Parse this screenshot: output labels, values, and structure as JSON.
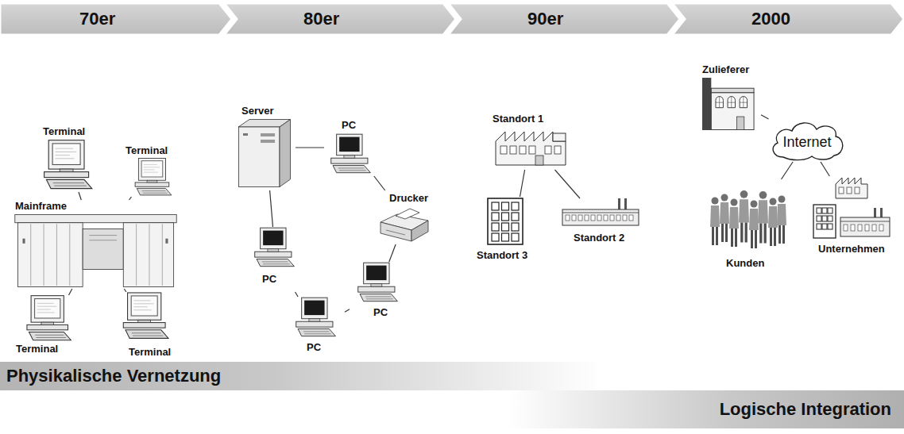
{
  "diagram": {
    "nodes": [
      {
        "text": [
          "70er"
        ]
      },
      {
        "text": [
          "80er"
        ]
      },
      {
        "text": [
          "90er"
        ]
      },
      {
        "text": [
          "2000"
        ]
      },
      {
        "text": [
          "Terminal"
        ]
      },
      {
        "text": [
          "Terminal"
        ]
      },
      {
        "text": [
          "Mainframe"
        ]
      },
      {
        "text": [
          "Terminal"
        ]
      },
      {
        "text": [
          "Terminal"
        ]
      },
      {
        "text": [
          "Server"
        ]
      },
      {
        "text": [
          "PC"
        ]
      },
      {
        "text": [
          "Drucker"
        ]
      },
      {
        "text": [
          "PC"
        ]
      },
      {
        "text": [
          "PC"
        ]
      },
      {
        "text": [
          "PC"
        ]
      },
      {
        "text": [
          "Standort 1"
        ]
      },
      {
        "text": [
          "Standort 3"
        ]
      },
      {
        "text": [
          "Standort 2"
        ]
      },
      {
        "text": [
          "Zulieferer"
        ]
      },
      {
        "text": [
          "Internet"
        ]
      },
      {
        "text": [
          "Kunden"
        ]
      },
      {
        "text": [
          "Unternehmen"
        ]
      },
      {
        "text": [
          "Physikalische Vernetzung"
        ]
      },
      {
        "text": [
          "Logische Integration"
        ]
      }
    ],
    "edges": [
      {
        "from": 6,
        "to": 4,
        "arrow": "none"
      },
      {
        "from": 6,
        "to": 5,
        "arrow": "none"
      },
      {
        "from": 6,
        "to": 7,
        "arrow": "none"
      },
      {
        "from": 6,
        "to": 8,
        "arrow": "none"
      },
      {
        "from": 9,
        "to": 10,
        "arrow": "none"
      },
      {
        "from": 10,
        "to": 11,
        "arrow": "none"
      },
      {
        "from": 11,
        "to": 13,
        "arrow": "none"
      },
      {
        "from": 13,
        "to": 14,
        "arrow": "none"
      },
      {
        "from": 14,
        "to": 12,
        "arrow": "none"
      },
      {
        "from": 12,
        "to": 9,
        "arrow": "none"
      },
      {
        "from": 15,
        "to": 16,
        "arrow": "none"
      },
      {
        "from": 15,
        "to": 17,
        "arrow": "none"
      },
      {
        "from": 19,
        "to": 18,
        "arrow": "none"
      },
      {
        "from": 19,
        "to": 20,
        "arrow": "none"
      },
      {
        "from": 19,
        "to": 21,
        "arrow": "none"
      }
    ]
  }
}
